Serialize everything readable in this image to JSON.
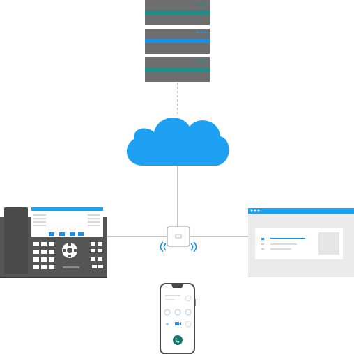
{
  "diagram": {
    "nodes": [
      {
        "id": "server-stack",
        "icon": "server-rack-icon",
        "units": 3
      },
      {
        "id": "cloud",
        "icon": "cloud-icon"
      },
      {
        "id": "wireless-hub",
        "icon": "wifi-base-station-icon"
      },
      {
        "id": "desk-phone",
        "icon": "desk-phone-icon"
      },
      {
        "id": "browser-window",
        "icon": "browser-window-icon"
      },
      {
        "id": "mobile-phone",
        "icon": "smartphone-icon"
      }
    ],
    "edges": [
      {
        "from": "server-stack",
        "to": "cloud",
        "style": "dashed"
      },
      {
        "from": "cloud",
        "to": "wireless-hub",
        "style": "solid"
      },
      {
        "from": "desk-phone",
        "to": "wireless-hub",
        "style": "solid"
      },
      {
        "from": "browser-window",
        "to": "wireless-hub",
        "style": "solid"
      }
    ]
  },
  "colors": {
    "server_body": "#6e6e6e",
    "server_stripe_teal": "#1e8f86",
    "server_stripe_blue": "#1f8fe0",
    "cloud": "#1ea0f2",
    "line": "#8a8a8a",
    "device_dark": "#4d4d4d",
    "screen_blue": "#1ea0f2",
    "call_button": "#117a73",
    "window_bg": "#ebebeb"
  }
}
